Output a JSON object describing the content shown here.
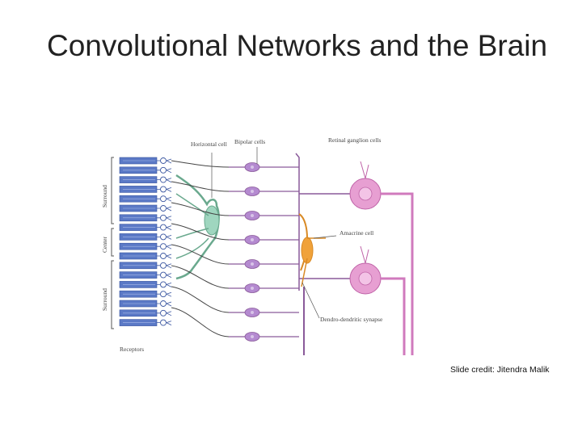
{
  "slide": {
    "title": "Convolutional Networks and the Brain",
    "credit": "Slide credit: Jitendra Malik"
  },
  "diagram": {
    "labels": {
      "horizontal_cell": "Horizontal cell",
      "bipolar_cells": "Bipolar cells",
      "retinal_ganglion_cells": "Retinal ganglion cells",
      "amacrine_cell": "Amacrine cell",
      "dendro_dendritic_synapse": "Dendro-dendritic synapse",
      "receptors": "Receptors",
      "surround_top": "Surround",
      "center": "Center",
      "surround_bottom": "Surround"
    },
    "colors": {
      "receptor": "#5b79c6",
      "bipolar": "#b48ad0",
      "ganglion": "#e79fd2",
      "horizontal": "#9fd6bf",
      "amacrine": "#f0a23a",
      "line": "#444444"
    },
    "counts": {
      "receptors": 18,
      "bipolar_cells": 8,
      "ganglion_cells": 2
    }
  }
}
